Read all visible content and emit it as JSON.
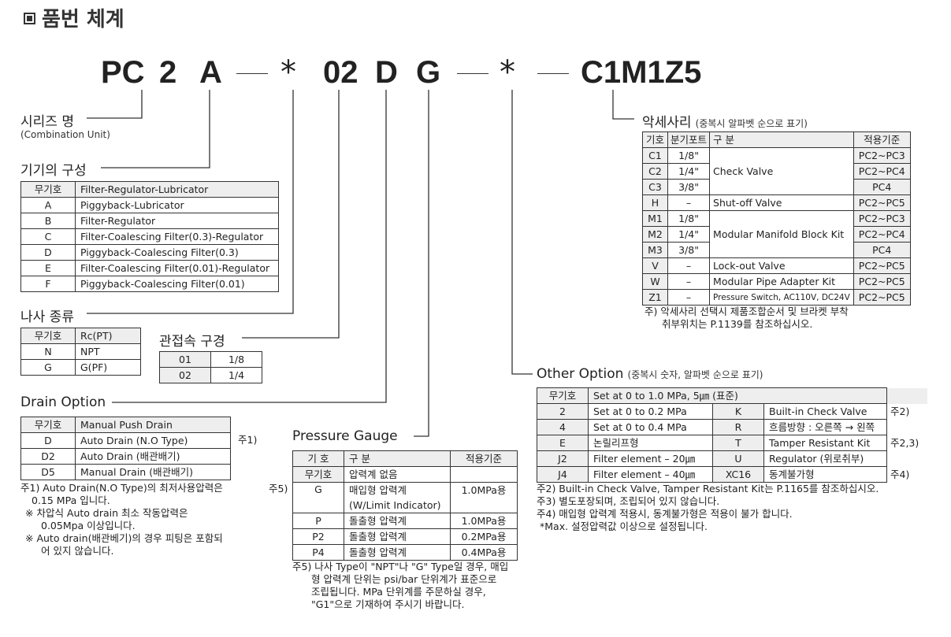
{
  "title": "품번 체계",
  "code": {
    "pc": "PC",
    "two": "2",
    "a": "A",
    "star1": "*",
    "z02": "02",
    "d": "D",
    "g": "G",
    "star2": "*",
    "c1m1z5": "C1M1Z5"
  },
  "series": {
    "title": "시리즈 명",
    "sub": "(Combination Unit)"
  },
  "composition": {
    "title": "기기의 구성",
    "rows": [
      [
        "무기호",
        "Filter-Regulator-Lubricator"
      ],
      [
        "A",
        "Piggyback-Lubricator"
      ],
      [
        "B",
        "Filter-Regulator"
      ],
      [
        "C",
        "Filter-Coalescing Filter(0.3)-Regulator"
      ],
      [
        "D",
        "Piggyback-Coalescing Filter(0.3)"
      ],
      [
        "E",
        "Filter-Coalescing Filter(0.01)-Regulator"
      ],
      [
        "F",
        "Piggyback-Coalescing Filter(0.01)"
      ]
    ]
  },
  "thread": {
    "title": "나사 종류",
    "rows": [
      [
        "무기호",
        "Rc(PT)"
      ],
      [
        "N",
        "NPT"
      ],
      [
        "G",
        "G(PF)"
      ]
    ]
  },
  "port": {
    "title": "관접속 구경",
    "rows": [
      [
        "01",
        "1/8"
      ],
      [
        "02",
        "1/4"
      ]
    ]
  },
  "drain": {
    "title": "Drain Option",
    "rows": [
      [
        "무기호",
        "Manual Push Drain"
      ],
      [
        "D",
        "Auto Drain (N.O Type)"
      ],
      [
        "D2",
        "Auto Drain (배관배기)"
      ],
      [
        "D5",
        "Manual Drain (배관배기)"
      ]
    ],
    "mark": "주1)",
    "notes": [
      "주1) Auto Drain(N.O Type)의 최저사용압력은",
      "0.15 MPa 입니다.",
      "※ 차압식 Auto drain 최소 작동압력은",
      "0.05Mpa 이상입니다.",
      "※ Auto drain(배관베기)의 경우 피팅은 포함되",
      "어 있지 않습니다."
    ]
  },
  "gauge": {
    "title": "Pressure Gauge",
    "headers": [
      "기 호",
      "구 분",
      "적용기준"
    ],
    "rows": [
      [
        "무기호",
        "압력계 없음",
        ""
      ],
      [
        "G",
        "매입형 압력계",
        "1.0MPa용"
      ],
      [
        "",
        "(W/Limit Indicator)",
        ""
      ],
      [
        "P",
        "돌출형 압력계",
        "1.0MPa용"
      ],
      [
        "P2",
        "돌출형 압력계",
        "0.2MPa용"
      ],
      [
        "P4",
        "돌출형 압력계",
        "0.4MPa용"
      ]
    ],
    "mark": "주5)",
    "notes": [
      "주5) 나사 Type이 \"NPT\"나 \"G\" Type일 경우, 매입",
      "형 압력계 단위는 psi/bar 단위계가 표준으로",
      "조립됩니다. MPa 단위계를 주문하실 경우,",
      "\"G1\"으로 기재하여 주시기 바랍니다."
    ]
  },
  "accessory": {
    "title": "악세사리",
    "sub": "(중복시 알파벳 순으로 표기)",
    "headers": [
      "기호",
      "분기포트",
      "구 분",
      "적용기준"
    ],
    "rows": [
      [
        "C1",
        "1/8\"",
        "Check Valve",
        "PC2~PC3"
      ],
      [
        "C2",
        "1/4\"",
        "",
        "PC2~PC4"
      ],
      [
        "C3",
        "3/8\"",
        "",
        "PC4"
      ],
      [
        "H",
        "–",
        "Shut-off Valve",
        "PC2~PC5"
      ],
      [
        "M1",
        "1/8\"",
        "Modular Manifold Block Kit",
        "PC2~PC3"
      ],
      [
        "M2",
        "1/4\"",
        "",
        "PC2~PC4"
      ],
      [
        "M3",
        "3/8\"",
        "",
        "PC4"
      ],
      [
        "V",
        "–",
        "Lock-out Valve",
        "PC2~PC5"
      ],
      [
        "W",
        "–",
        "Modular Pipe Adapter Kit",
        "PC2~PC5"
      ],
      [
        "Z1",
        "–",
        "Pressure Switch, AC110V, DC24V",
        "PC2~PC5"
      ]
    ],
    "notes": [
      "주) 악세사리 선택시 제품조합순서 및 브라켓 부착",
      "취부위치는 P.1139를 참조하십시오."
    ]
  },
  "other": {
    "title": "Other Option",
    "sub": "(중복시 숫자, 알파벳 순으로 표기)",
    "rows": [
      [
        "무기호",
        "Set at 0 to 1.0 MPa, 5㎛ (표준)",
        "",
        "",
        ""
      ],
      [
        "2",
        "Set at 0 to 0.2 MPa",
        "K",
        "Built-in Check Valve",
        "주2)"
      ],
      [
        "4",
        "Set at 0 to 0.4 MPa",
        "R",
        "흐름방향 : 오른쪽 → 왼쪽",
        ""
      ],
      [
        "E",
        "논릴리프형",
        "T",
        "Tamper Resistant Kit",
        "주2,3)"
      ],
      [
        "J2",
        "Filter element – 20㎛",
        "U",
        "Regulator (위로취부)",
        ""
      ],
      [
        "J4",
        "Filter element – 40㎛",
        "XC16",
        "동계불가형",
        "주4)"
      ]
    ],
    "notes": [
      "주2) Built-in Check Valve, Tamper Resistant Kit는 P.1165를 참조하십시오.",
      "주3) 별도포장되며, 조립되어 있지 않습니다.",
      "주4) 매입형 압력계 적용시, 동계불가형은 적용이 불가 합니다.",
      "*Max. 설정압력값 이상으로 설정됩니다."
    ]
  }
}
